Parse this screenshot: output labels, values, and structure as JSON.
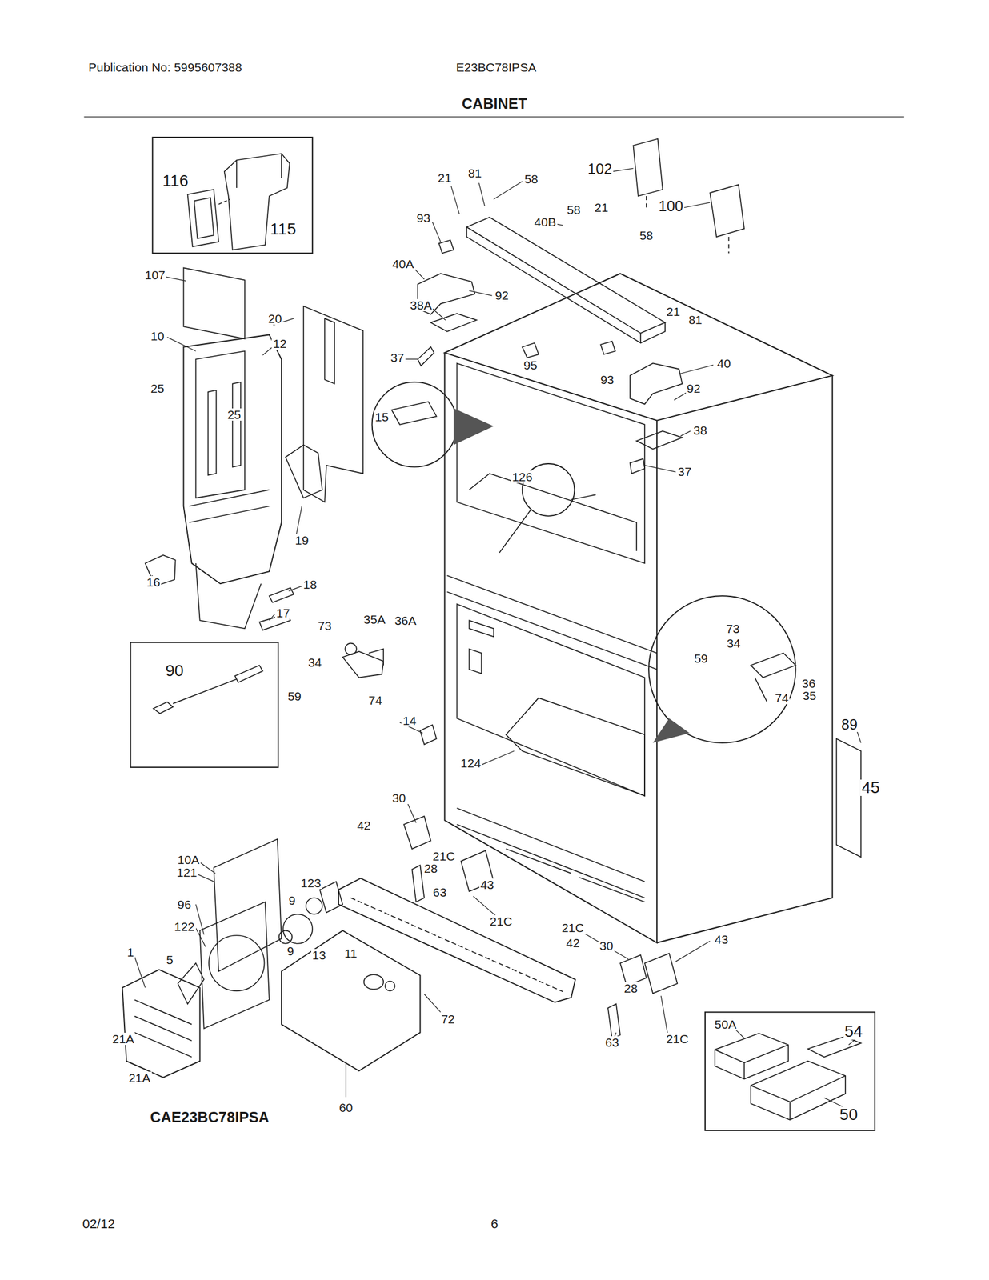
{
  "diagram": {
    "title": "CABINET",
    "labels": [
      "Publication No: 5995607388",
      "E23BC78IPSA",
      "116",
      "115",
      "21",
      "81",
      "58",
      "102",
      "100",
      "93",
      "40B",
      "58",
      "21",
      "58",
      "40A",
      "107",
      "20",
      "92",
      "38A",
      "10",
      "12",
      "21",
      "81",
      "37",
      "95",
      "93",
      "40",
      "25",
      "25",
      "92",
      "15",
      "38",
      "126",
      "37",
      "19",
      "16",
      "18",
      "17",
      "73",
      "35A",
      "36A",
      "73",
      "34",
      "59",
      "34",
      "90",
      "36",
      "35",
      "59",
      "74",
      "74",
      "14",
      "89",
      "124",
      "45",
      "30",
      "42",
      "10A",
      "21C",
      "121",
      "28",
      "43",
      "123",
      "63",
      "96",
      "9",
      "21C",
      "122",
      "21C",
      "43",
      "42",
      "30",
      "9",
      "13",
      "11",
      "1",
      "5",
      "28",
      "72",
      "50A",
      "54",
      "21A",
      "63",
      "21C",
      "21A",
      "60",
      "50",
      "CAE23BC78IPSA",
      "02/12",
      "6"
    ]
  }
}
